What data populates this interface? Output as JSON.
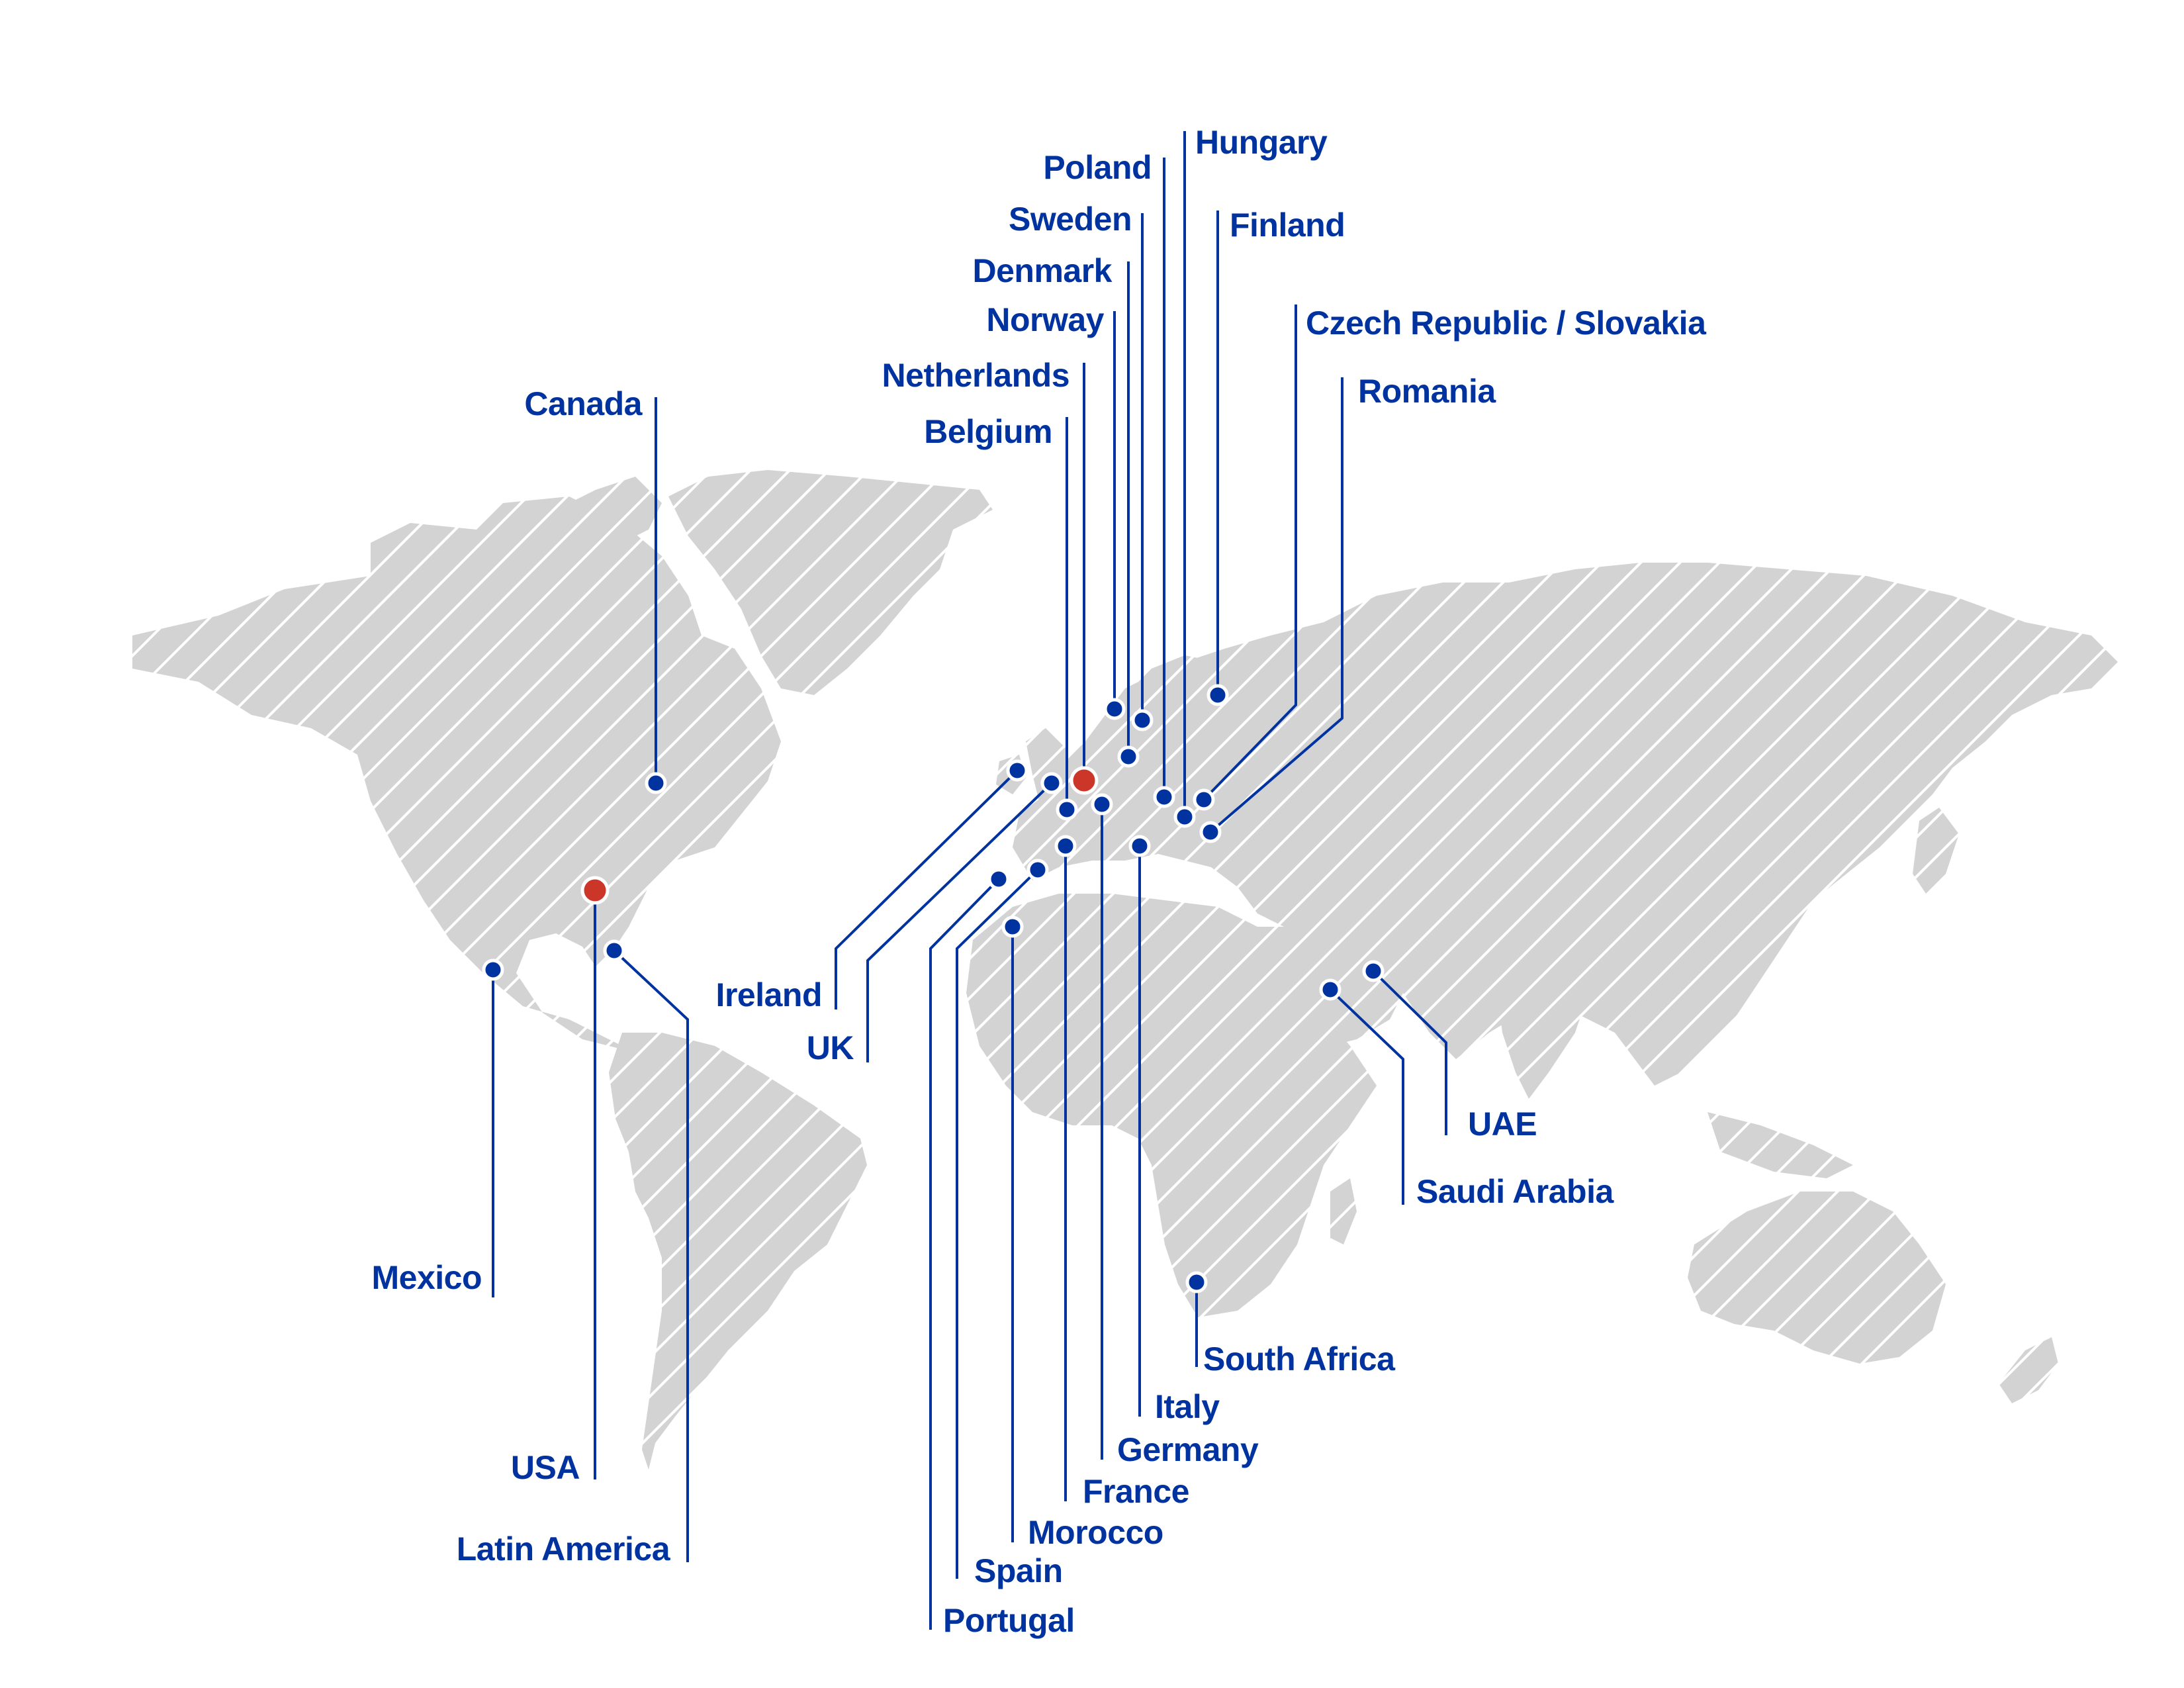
{
  "colors": {
    "land": "#d3d3d3",
    "hatch": "#ffffff",
    "leader_line": "#0033a0",
    "label_text": "#0033a0",
    "office_dot": "#0033a0",
    "headquarters_dot": "#cc3629",
    "dot_outline": "#ffffff"
  },
  "legend": {
    "office_marker": "blue dot",
    "headquarters_marker": "red dot"
  },
  "locations": [
    {
      "id": "canada",
      "label": "Canada",
      "type": "office"
    },
    {
      "id": "usa",
      "label": "USA",
      "type": "headquarters"
    },
    {
      "id": "mexico",
      "label": "Mexico",
      "type": "office"
    },
    {
      "id": "latin-america",
      "label": "Latin America",
      "type": "office"
    },
    {
      "id": "ireland",
      "label": "Ireland",
      "type": "office"
    },
    {
      "id": "uk",
      "label": "UK",
      "type": "office"
    },
    {
      "id": "netherlands",
      "label": "Netherlands",
      "type": "headquarters"
    },
    {
      "id": "belgium",
      "label": "Belgium",
      "type": "office"
    },
    {
      "id": "norway",
      "label": "Norway",
      "type": "office"
    },
    {
      "id": "denmark",
      "label": "Denmark",
      "type": "office"
    },
    {
      "id": "sweden",
      "label": "Sweden",
      "type": "office"
    },
    {
      "id": "poland",
      "label": "Poland",
      "type": "office"
    },
    {
      "id": "hungary",
      "label": "Hungary",
      "type": "office"
    },
    {
      "id": "finland",
      "label": "Finland",
      "type": "office"
    },
    {
      "id": "czech-slovakia",
      "label": "Czech Republic / Slovakia",
      "type": "office"
    },
    {
      "id": "romania",
      "label": "Romania",
      "type": "office"
    },
    {
      "id": "germany",
      "label": "Germany",
      "type": "office"
    },
    {
      "id": "france",
      "label": "France",
      "type": "office"
    },
    {
      "id": "italy",
      "label": "Italy",
      "type": "office"
    },
    {
      "id": "spain",
      "label": "Spain",
      "type": "office"
    },
    {
      "id": "portugal",
      "label": "Portugal",
      "type": "office"
    },
    {
      "id": "morocco",
      "label": "Morocco",
      "type": "office"
    },
    {
      "id": "south-africa",
      "label": "South Africa",
      "type": "office"
    },
    {
      "id": "saudi-arabia",
      "label": "Saudi Arabia",
      "type": "office"
    },
    {
      "id": "uae",
      "label": "UAE",
      "type": "office"
    }
  ]
}
